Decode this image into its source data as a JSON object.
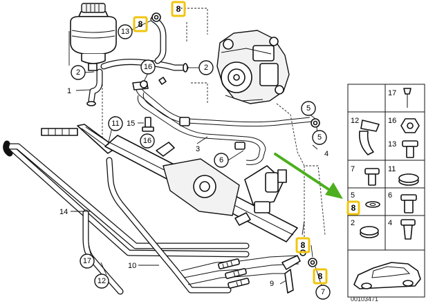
{
  "document_number": "00103471",
  "colors": {
    "highlight": "#f1c40f",
    "arrow": "#4caf1e",
    "line": "#111111"
  },
  "callouts": {
    "c13": "13",
    "c2a": "2",
    "c1": "1",
    "c16a": "16",
    "c2b": "2",
    "c11": "11",
    "c15": "15",
    "c16b": "16",
    "c3": "3",
    "c6": "6",
    "c5a": "5",
    "c5b": "5",
    "c4": "4",
    "c14": "14",
    "c17": "17",
    "c12": "12",
    "c10": "10",
    "c9": "9",
    "c7": "7"
  },
  "highlights": {
    "h_top": "8",
    "h_left": "8",
    "h_mid": "8",
    "h_low": "8",
    "h_table": "8"
  },
  "side_table": {
    "r1": "17",
    "r2a": "12",
    "r2b": "16",
    "r3": "13",
    "r4a": "7",
    "r4b": "11",
    "r5a": "5",
    "r5b": "6",
    "r6a": "2",
    "r6b": "4"
  }
}
